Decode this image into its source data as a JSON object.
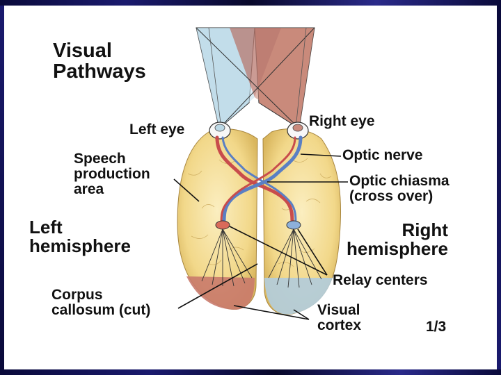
{
  "title": "Visual\nPathways",
  "labels": {
    "left_eye": "Left eye",
    "right_eye": "Right eye",
    "speech_area": "Speech\nproduction\narea",
    "optic_nerve": "Optic nerve",
    "optic_chiasma": "Optic chiasma\n(cross over)",
    "left_hemisphere": "Left\nhemisphere",
    "right_hemisphere": "Right\nhemisphere",
    "relay_centers": "Relay centers",
    "corpus_callosum": "Corpus\ncallosum (cut)",
    "visual_cortex": "Visual\ncortex",
    "page_fraction": "1/3"
  },
  "colors": {
    "left_field": "#c98a7c",
    "right_field": "#b9d7e4",
    "brain": "#f2d88a",
    "left_pathway": "#c84c4c",
    "right_pathway": "#5a7fc4"
  }
}
